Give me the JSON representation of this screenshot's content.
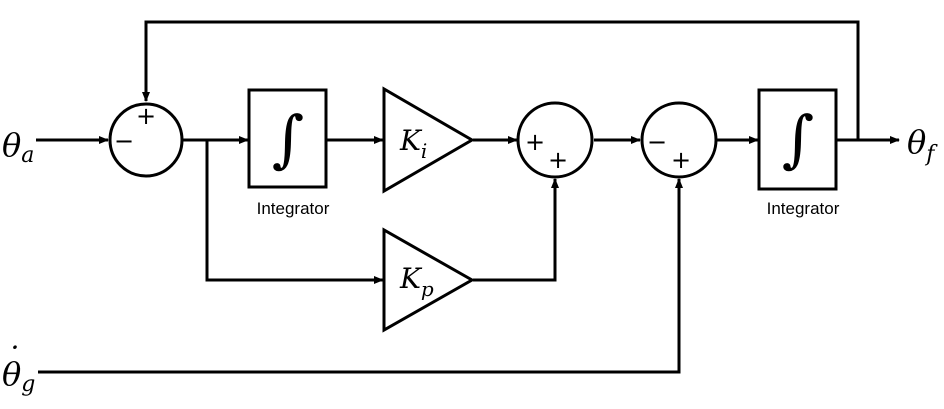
{
  "signals": {
    "theta_a": {
      "sym": "θ",
      "sub": "a"
    },
    "theta_f": {
      "sym": "θ",
      "sub": "f"
    },
    "theta_g_dot": {
      "sym": "θ",
      "sub": "g",
      "dot": "˙"
    }
  },
  "blocks": {
    "integrator_1": {
      "symbol": "∫",
      "caption": "Integrator"
    },
    "integrator_2": {
      "symbol": "∫",
      "caption": "Integrator"
    },
    "gain_ki": {
      "sym": "K",
      "sub": "i"
    },
    "gain_kp": {
      "sym": "K",
      "sub": "p"
    }
  },
  "junctions": {
    "sum_1": {
      "top_sign": "+",
      "left_sign": "−"
    },
    "sum_2": {
      "left_sign": "+",
      "bottom_sign": "+"
    },
    "sum_3": {
      "left_sign": "−",
      "bottom_sign": "+"
    }
  }
}
